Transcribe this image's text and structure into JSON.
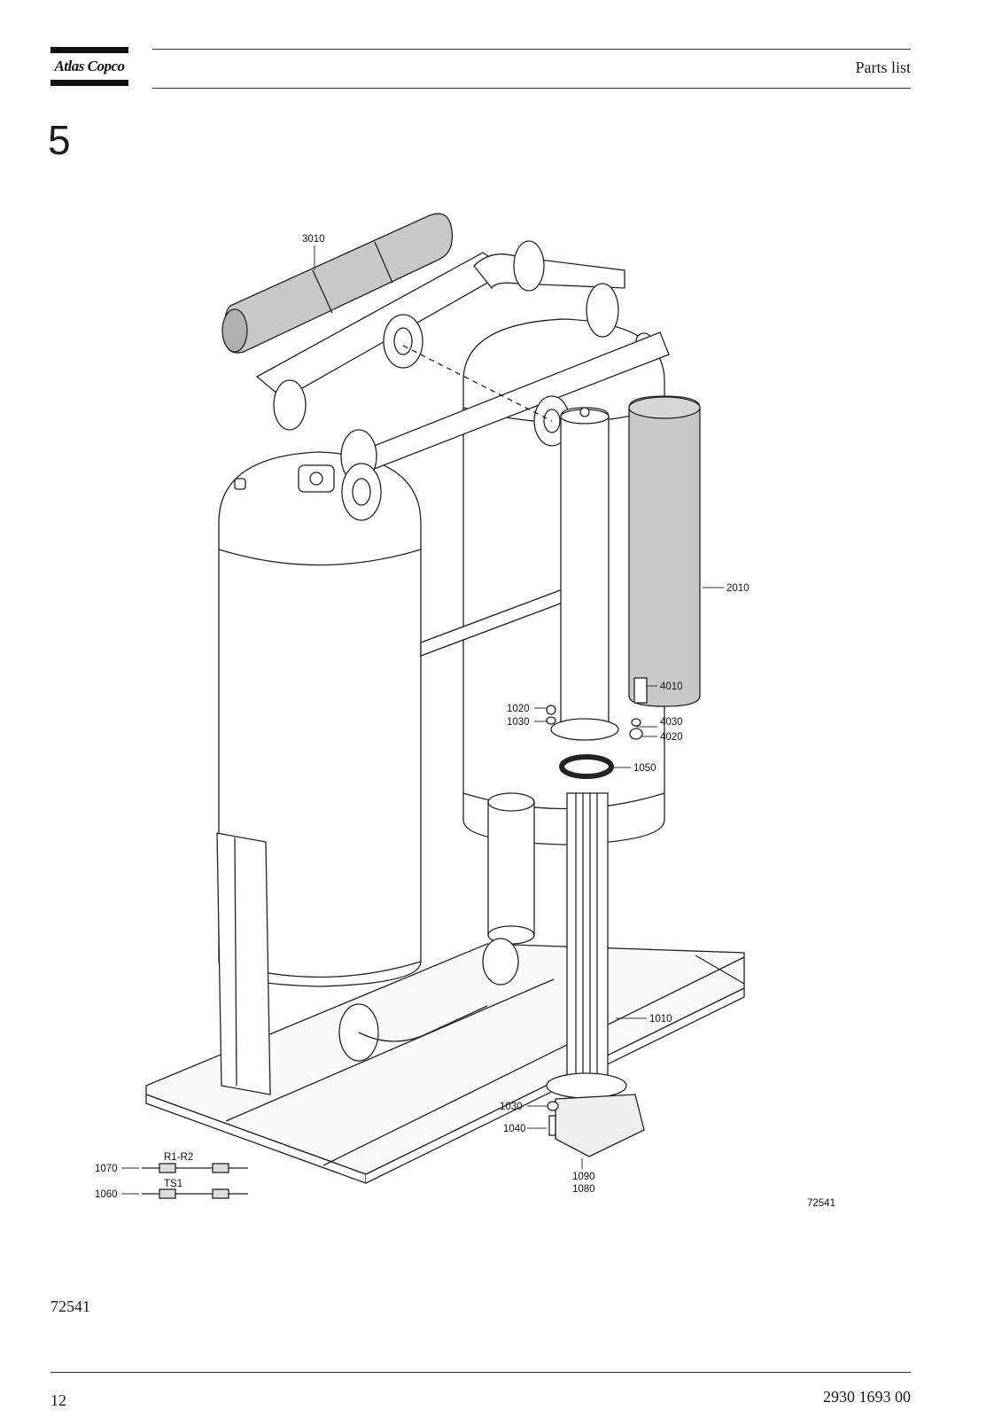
{
  "header": {
    "logo_text": "Atlas Copco",
    "title": "Parts list"
  },
  "section": {
    "number": "5"
  },
  "figure": {
    "drawing_id": "72541",
    "callouts": {
      "c3010": "3010",
      "c2010": "2010",
      "c4010": "4010",
      "c1020": "1020",
      "c1030a": "1030",
      "c4030": "4030",
      "c4020": "4020",
      "c1050": "1050",
      "c1010": "1010",
      "c1030b": "1030",
      "c1040": "1040",
      "c1090": "1090",
      "c1080": "1080",
      "c1070": "1070",
      "c1060": "1060",
      "r1r2": "R1-R2",
      "ts1": "TS1"
    }
  },
  "caption": "72541",
  "footer": {
    "page_number": "12",
    "doc_number": "2930 1693 00"
  }
}
